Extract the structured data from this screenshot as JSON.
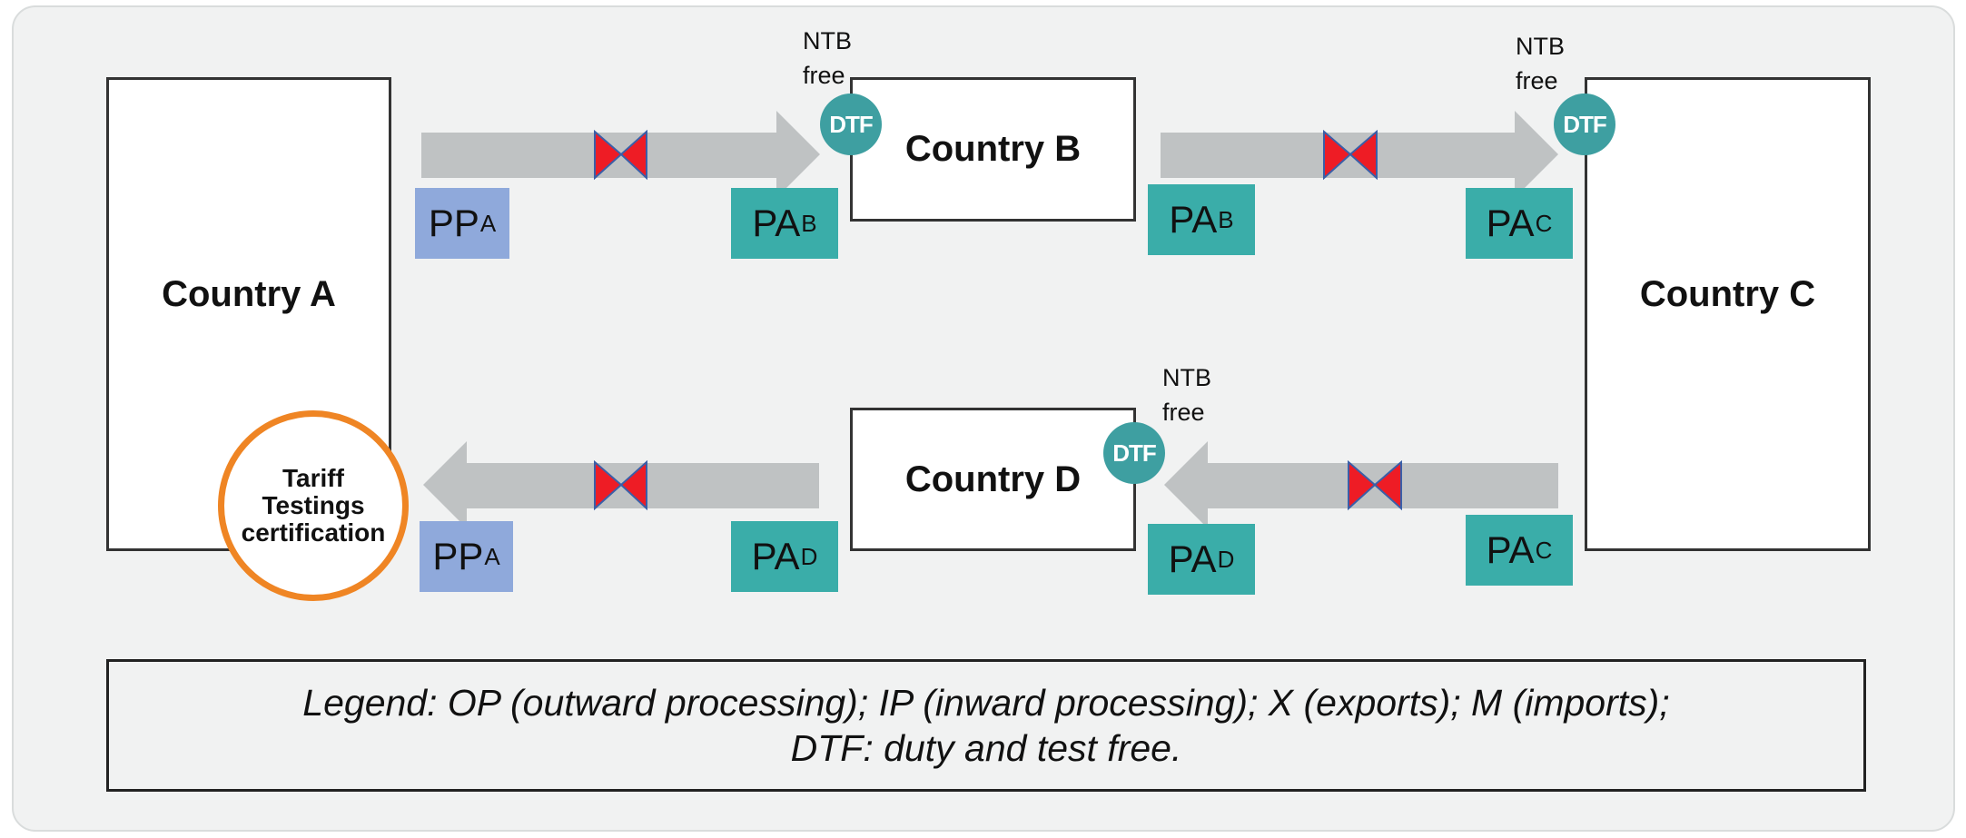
{
  "countries": {
    "a": "Country A",
    "b": "Country B",
    "c": "Country C",
    "d": "Country D"
  },
  "tags": {
    "pp_a_top": {
      "main": "PP",
      "sub": "A"
    },
    "pa_b_top_left": {
      "main": "PA",
      "sub": "B"
    },
    "pa_b_top_right": {
      "main": "PA",
      "sub": "B"
    },
    "pa_c_top": {
      "main": "PA",
      "sub": "C"
    },
    "pp_a_bottom": {
      "main": "PP",
      "sub": "A"
    },
    "pa_d_bottom_left": {
      "main": "PA",
      "sub": "D"
    },
    "pa_d_bottom_right": {
      "main": "PA",
      "sub": "D"
    },
    "pa_c_bottom": {
      "main": "PA",
      "sub": "C"
    }
  },
  "dtf_label": "DTF",
  "ntb": {
    "line1": "NTB",
    "line2": "free"
  },
  "tariff_circle": {
    "line1": "Tariff",
    "line2": "Testings",
    "line3": "certification"
  },
  "legend": {
    "line1": "Legend: OP (outward processing); IP (inward processing); X (exports); M (imports);",
    "line2": "DTF: duty and test free."
  },
  "colors": {
    "arrow": "#bfc2c3",
    "barrier_red": "#ee1c25",
    "barrier_outline": "#3a5fa8",
    "pp_blue": "#8fa9db",
    "pa_teal": "#3aada9",
    "dtf_teal": "#3e9fa1",
    "tariff_orange": "#ef8524"
  }
}
